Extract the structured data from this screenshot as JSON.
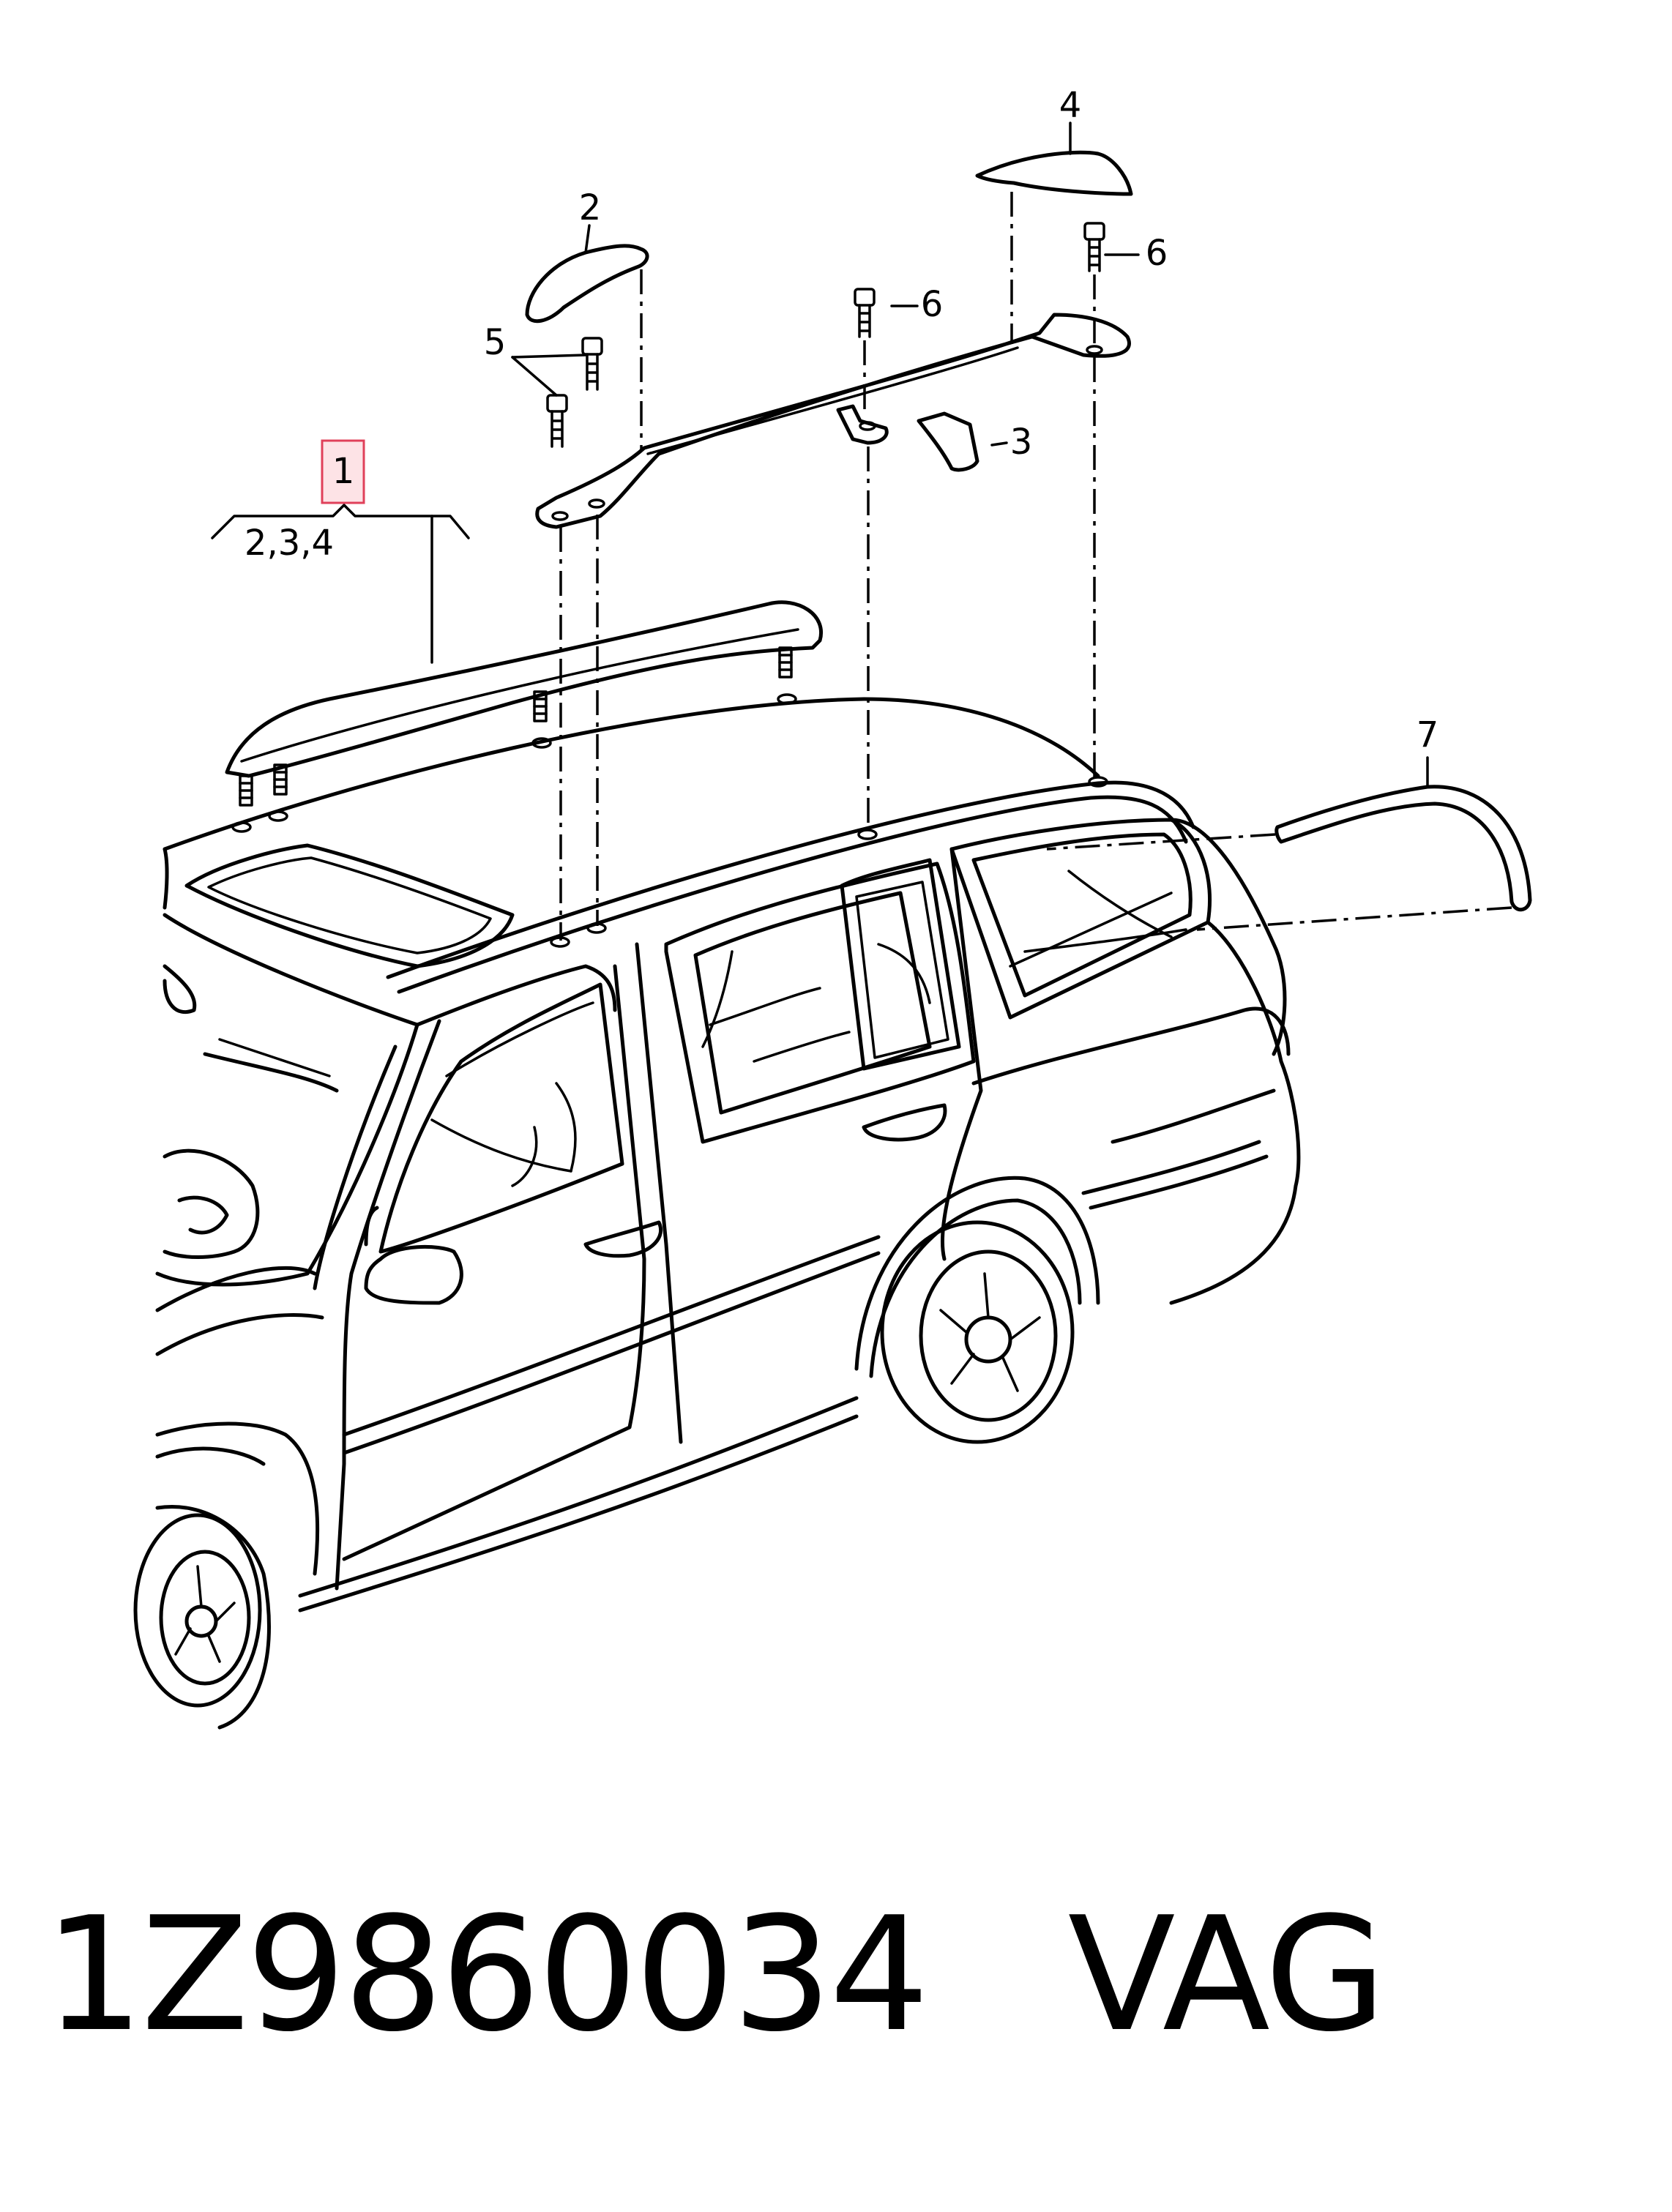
{
  "callouts": {
    "c1": "1",
    "c1_sub": "2,3,4",
    "c2": "2",
    "c3": "3",
    "c4": "4",
    "c5": "5",
    "c6a": "6",
    "c6b": "6",
    "c7": "7"
  },
  "footer": {
    "part_number": "1Z9860034",
    "brand": "VAG"
  },
  "colors": {
    "highlight_fill": "#fde3e6",
    "highlight_stroke": "#e0405a",
    "ink": "#000000"
  }
}
